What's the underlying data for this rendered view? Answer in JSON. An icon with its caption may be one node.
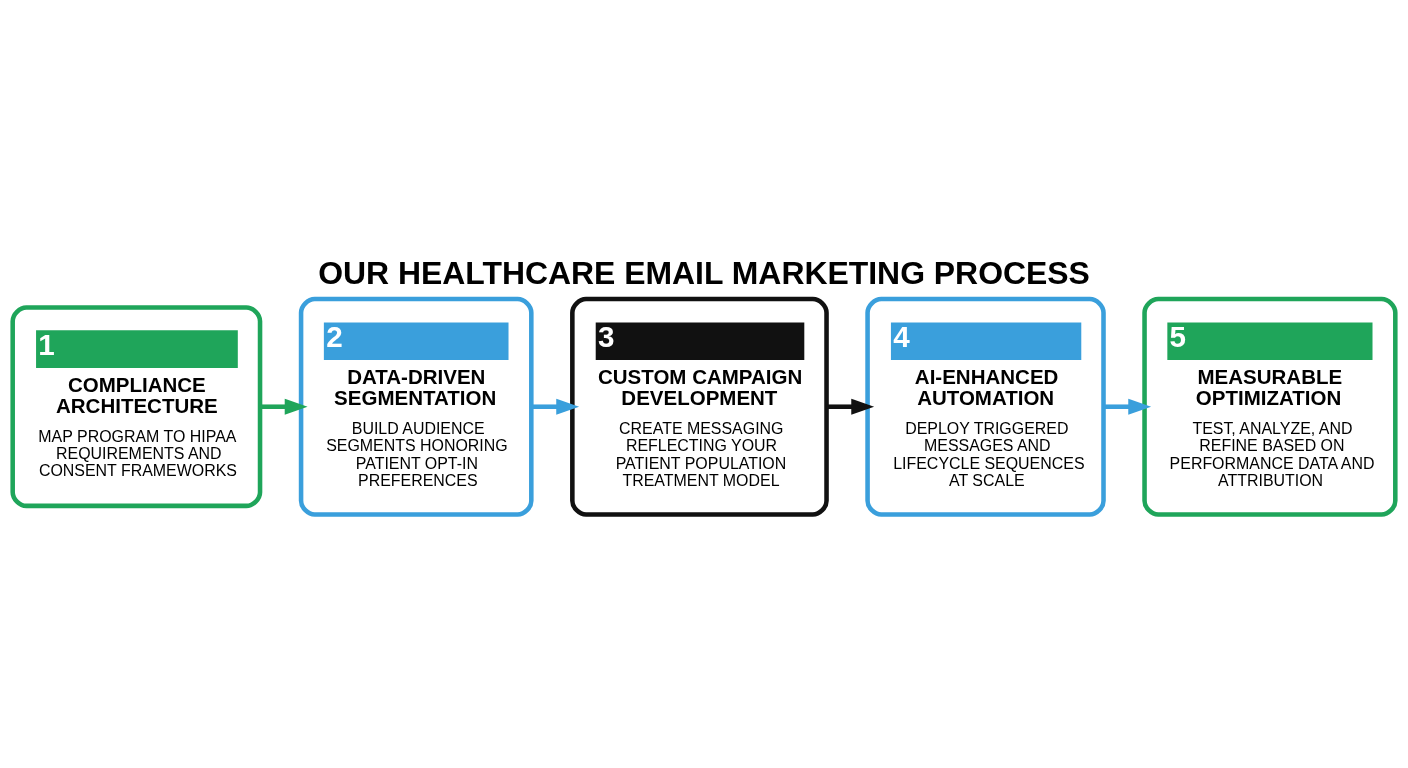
{
  "diagram": {
    "title": "OUR HEALTHCARE EMAIL MARKETING PROCESS",
    "nodes": [
      {
        "text": [
          "1",
          "COMPLIANCE ARCHITECTURE",
          "MAP PROGRAM TO HIPAA REQUIREMENTS AND CONSENT FRAMEWORKS"
        ]
      },
      {
        "text": [
          "2",
          "DATA-DRIVEN SEGMENTATION",
          "BUILD AUDIENCE SEGMENTS HONORING PATIENT OPT-IN PREFERENCES"
        ]
      },
      {
        "text": [
          "3",
          "CUSTOM CAMPAIGN DEVELOPMENT",
          "CREATE MESSAGING REFLECTING YOUR PATIENT POPULATION TREATMENT MODEL"
        ]
      },
      {
        "text": [
          "4",
          "AI-ENHANCED AUTOMATION",
          "DEPLOY TRIGGERED MESSAGES AND LIFECYCLE SEQUENCES AT SCALE"
        ]
      },
      {
        "text": [
          "5",
          "MEASURABLE OPTIMIZATION",
          "TEST, ANALYZE, AND REFINE BASED ON PERFORMANCE DATA AND ATTRIBUTION"
        ]
      }
    ],
    "edges": [
      {
        "from": 0,
        "to": 1,
        "arrow": "to",
        "color": "#1fa55a"
      },
      {
        "from": 1,
        "to": 2,
        "arrow": "to"
      },
      {
        "from": 2,
        "to": 3,
        "arrow": "to",
        "color": "#111111"
      },
      {
        "from": 3,
        "to": 4,
        "arrow": "to"
      }
    ]
  }
}
